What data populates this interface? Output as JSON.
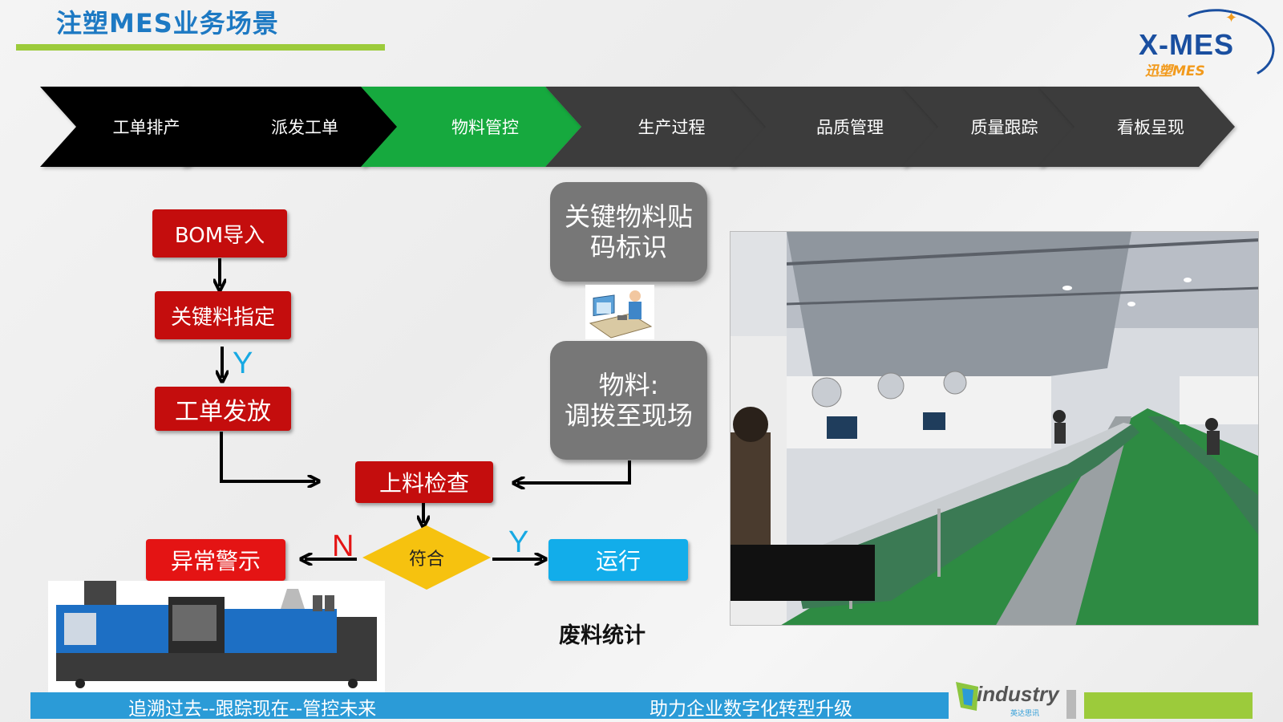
{
  "header": {
    "title": "注塑MES业务场景",
    "logo_main": "X-MES",
    "logo_sub": "迅塑MES"
  },
  "process_steps": [
    {
      "label": "工单排产",
      "color": "#000000"
    },
    {
      "label": "派发工单",
      "color": "#000000"
    },
    {
      "label": "物料管控",
      "color": "#16a93e",
      "active": true
    },
    {
      "label": "生产过程",
      "color": "#3c3c3c"
    },
    {
      "label": "品质管理",
      "color": "#3c3c3c"
    },
    {
      "label": "质量跟踪",
      "color": "#3c3c3c"
    },
    {
      "label": "看板呈现",
      "color": "#3c3c3c"
    }
  ],
  "flow": {
    "bom_import": "BOM导入",
    "key_material_assign": "关键料指定",
    "work_order_release": "工单发放",
    "feed_check": "上料检查",
    "match": "符合",
    "alarm": "异常警示",
    "run": "运行",
    "key_material_label_line1": "关键物料贴",
    "key_material_label_line2": "码标识",
    "material_transfer_line1": "物料:",
    "material_transfer_line2": "调拨至现场",
    "yes_1": "Y",
    "yes_2": "Y",
    "no": "N",
    "scrap_stats": "废料统计"
  },
  "footer": {
    "left_slogan": "追溯过去--跟踪现在--管控未来",
    "right_slogan": "助力企业数字化转型升级",
    "industry_logo": "industry",
    "industry_sub": "英达思讯"
  },
  "colors": {
    "accent_blue": "#1d79c3",
    "accent_green": "#9ccb3b",
    "active_step": "#16a93e",
    "alarm_red": "#e41414",
    "run_blue": "#12adea"
  }
}
